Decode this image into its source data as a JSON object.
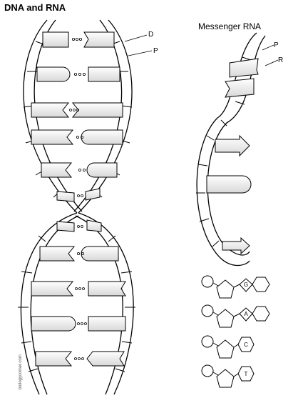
{
  "title": "DNA and RNA",
  "mrna": {
    "title": "Messenger RNA"
  },
  "labels": {
    "d": "D",
    "p_dna": "P",
    "p_rna": "P",
    "r_rna": "R"
  },
  "credit": "biologycorner.com",
  "bases": [
    "G",
    "A",
    "C",
    "T"
  ]
}
